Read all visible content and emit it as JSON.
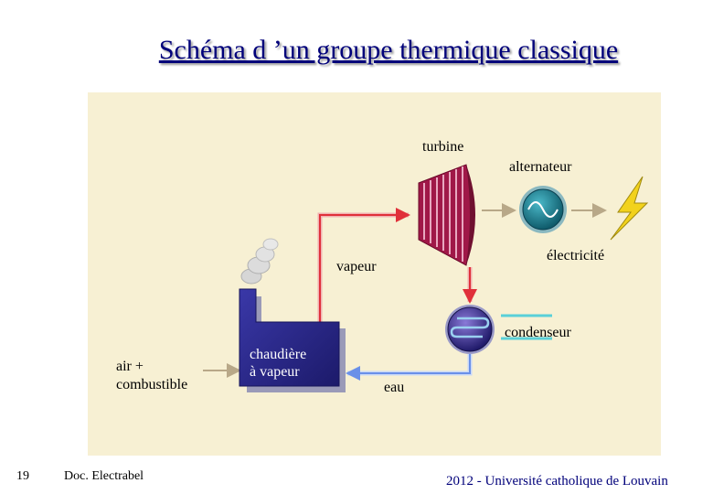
{
  "slide": {
    "title": "Schéma d ’un groupe thermique classique",
    "page_number": "19",
    "source": "Doc. Electrabel",
    "footer": "2012 - Université catholique de Louvain"
  },
  "diagram": {
    "labels": {
      "turbine": "turbine",
      "alternator": "alternateur",
      "electricity": "électricité",
      "steam": "vapeur",
      "condenser": "condenseur",
      "air_fuel_1": "air +",
      "air_fuel_2": "combustible",
      "boiler_1": "chaudière",
      "boiler_2": "à vapeur",
      "water": "eau"
    },
    "colors": {
      "panel": "#f7f0d3",
      "steam_pipe": "#e0303a",
      "water_pipe": "#7aa0f0",
      "feed_arrow": "#b8a888",
      "boiler": "#2c2a8c",
      "turbine": "#a01848",
      "alternator": "#1a7a8c",
      "lightning": "#f2d21c",
      "condenser": "#3a2a8c",
      "title": "#00007a"
    }
  }
}
